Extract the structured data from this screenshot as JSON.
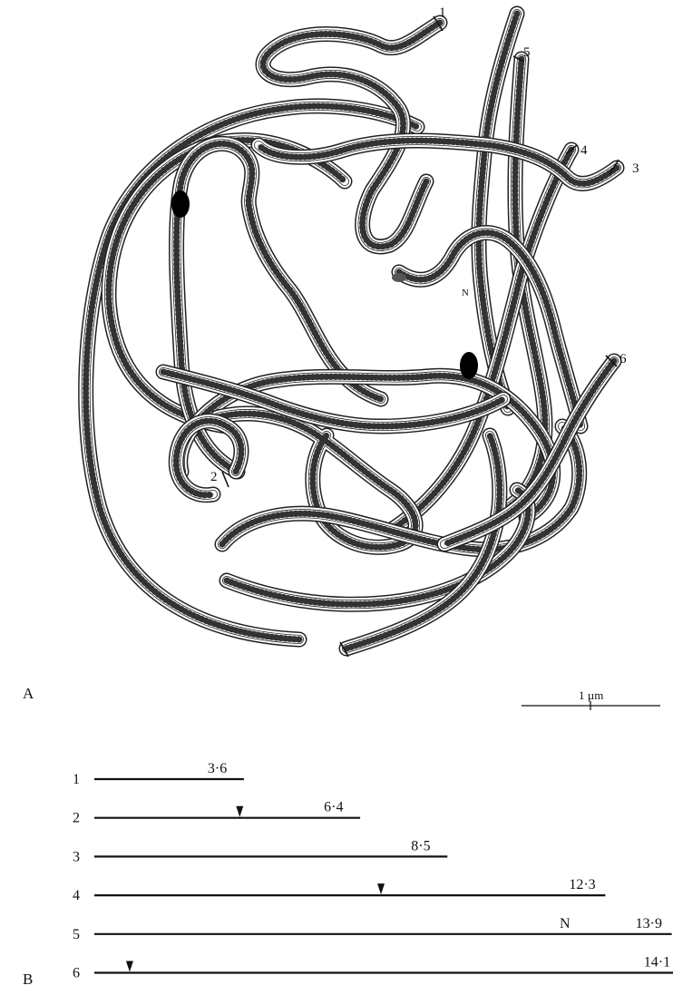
{
  "panels": {
    "A": {
      "letter": "A"
    },
    "B": {
      "letter": "B"
    }
  },
  "spread": {
    "end_labels": [
      "1",
      "2",
      "3",
      "4",
      "5",
      "6"
    ],
    "nucleolus_label": "N",
    "scale_bar_label": "1 µm",
    "axis_fill": "#ffffff",
    "outline_color": "#222222"
  },
  "chromosomes": [
    {
      "number": "1",
      "length": "3·6",
      "length_value": 3.6,
      "kinetochore_at": null,
      "side_label": null
    },
    {
      "number": "2",
      "length": "6·4",
      "length_value": 6.4,
      "kinetochore_at": 3.5,
      "side_label": null
    },
    {
      "number": "3",
      "length": "8·5",
      "length_value": 8.5,
      "kinetochore_at": null,
      "side_label": null
    },
    {
      "number": "4",
      "length": "12·3",
      "length_value": 12.3,
      "kinetochore_at": 6.9,
      "side_label": null
    },
    {
      "number": "5",
      "length": "13·9",
      "length_value": 13.9,
      "kinetochore_at": null,
      "side_label": "N"
    },
    {
      "number": "6",
      "length": "14·1",
      "length_value": 14.1,
      "kinetochore_at": 0.85,
      "side_label": null
    }
  ]
}
